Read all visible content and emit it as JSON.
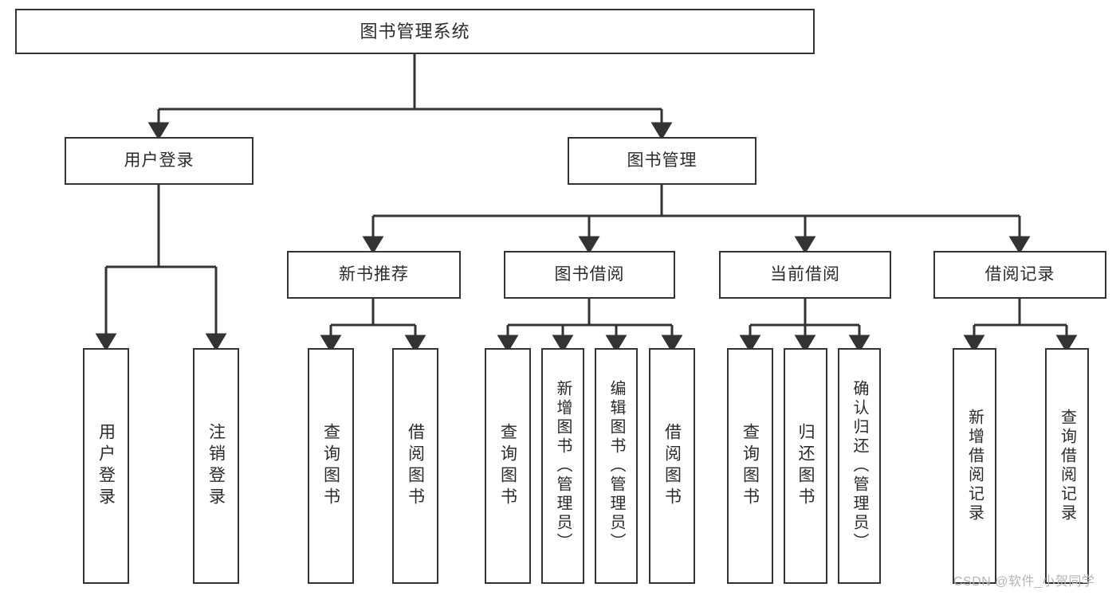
{
  "diagram": {
    "type": "tree-hierarchy",
    "title": "图书管理系统",
    "watermark": "CSDN @软件_小贺同学",
    "colors": {
      "line": "#333333",
      "box_fill": "#ffffff",
      "text": "#2b2b2b",
      "watermark": "#b4b4b4",
      "background": "#ffffff"
    },
    "levels": [
      {
        "level": 0,
        "nodes": [
          "图书管理系统"
        ]
      },
      {
        "level": 1,
        "nodes": [
          "用户登录",
          "图书管理"
        ]
      },
      {
        "level": 2,
        "nodes": [
          "新书推荐",
          "图书借阅",
          "当前借阅",
          "借阅记录"
        ]
      },
      {
        "level": 3,
        "nodes": [
          "用户登录",
          "注销登录",
          "查询图书",
          "借阅图书",
          "查询图书",
          "新增图书（管理员）",
          "编辑图书（管理员）",
          "借阅图书",
          "查询图书",
          "归还图书",
          "确认归还（管理员）",
          "新增借阅记录",
          "查询借阅记录"
        ]
      }
    ]
  },
  "root": {
    "label": "图书管理系统"
  },
  "level1": [
    {
      "label": "用户登录"
    },
    {
      "label": "图书管理"
    }
  ],
  "level2": [
    {
      "label": "新书推荐"
    },
    {
      "label": "图书借阅"
    },
    {
      "label": "当前借阅"
    },
    {
      "label": "借阅记录"
    }
  ],
  "leaves": {
    "user_login": [
      {
        "label": "用户登录"
      },
      {
        "label": "注销登录"
      }
    ],
    "new_books": [
      {
        "label": "查询图书"
      },
      {
        "label": "借阅图书"
      }
    ],
    "book_borrow": [
      {
        "label": "查询图书"
      },
      {
        "label": "新增图书（管理员）"
      },
      {
        "label": "编辑图书（管理员）"
      },
      {
        "label": "借阅图书"
      }
    ],
    "current_borrow": [
      {
        "label": "查询图书"
      },
      {
        "label": "归还图书"
      },
      {
        "label": "确认归还（管理员）"
      }
    ],
    "borrow_record": [
      {
        "label": "新增借阅记录"
      },
      {
        "label": "查询借阅记录"
      }
    ]
  },
  "watermark": {
    "text": "CSDN @软件_小贺同学"
  }
}
